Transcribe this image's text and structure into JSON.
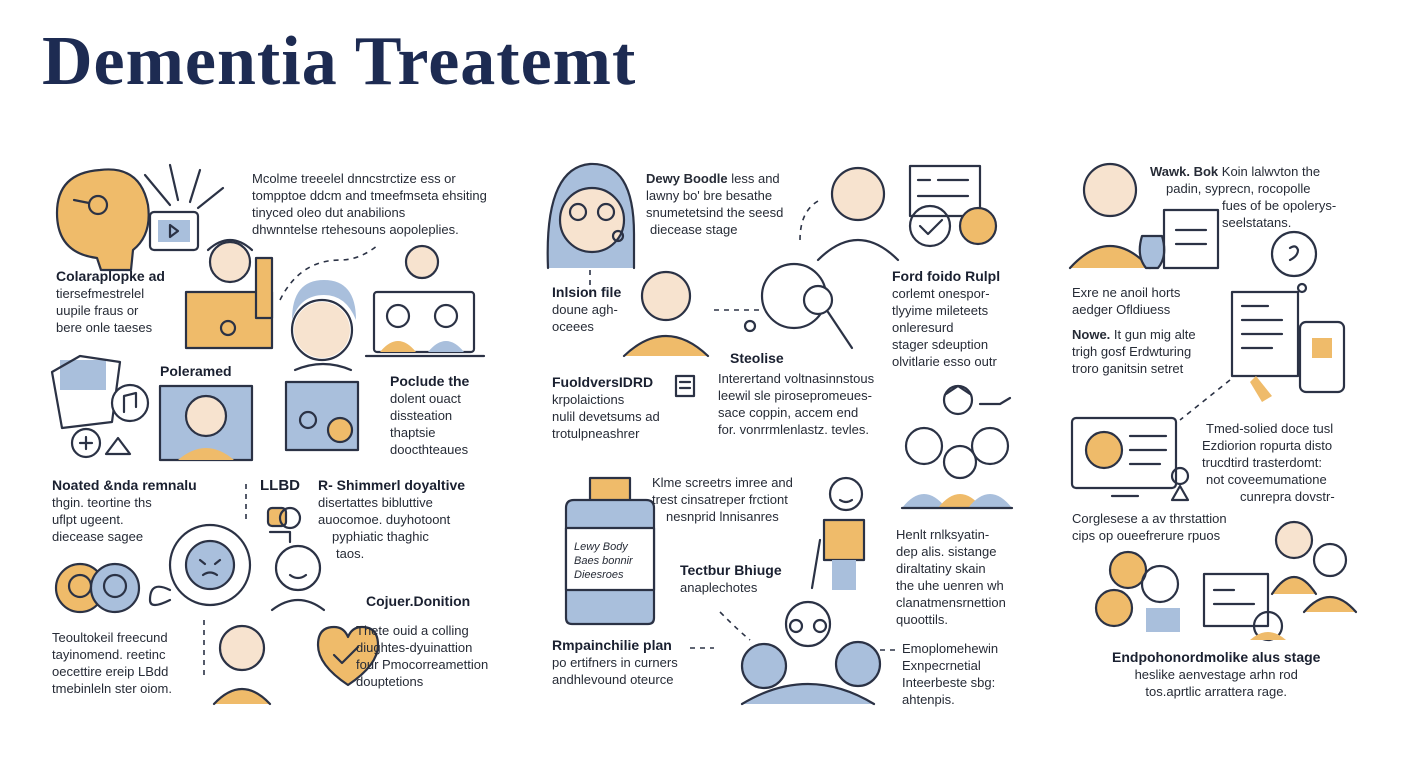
{
  "page": {
    "title": "Dementia Treatemt"
  },
  "colors": {
    "navy": "#1d2b52",
    "accent_yellow": "#efbb6a",
    "accent_blue": "#a9bfdc",
    "line": "#2b3245"
  },
  "blocks": {
    "b1": {
      "lines": [
        "Mcolme treeelel dnncstrctize ess or",
        "tompptoe ddcm and tmeefmseta ehsiting",
        "tinyced oleo dut anabilions",
        "dhwnntelse rtehesouns aopoleplies."
      ]
    },
    "b2": {
      "heading": "Colaraplopke ad",
      "lines": [
        "tiersefmestrelel",
        "uupile fraus or",
        "bere onle taeses"
      ]
    },
    "b3": {
      "heading": "Poleramed"
    },
    "b4": {
      "heading": "Poclude the",
      "lines": [
        "dolent ouact",
        "dissteation",
        "thaptsie",
        "doocthteaues"
      ]
    },
    "b5": {
      "heading": "Noated &nda remnalu",
      "lines": [
        "thgin. teortine  ths",
        "uflpt ugeent.",
        "diecease sagee"
      ]
    },
    "b6": {
      "heading": "LLBD"
    },
    "b7": {
      "heading": "R- Shimmerl doyaltive",
      "lines": [
        "disertattes bibluttive",
        "auocomoe. duyhotoont",
        "pyphiatic thaghic",
        "taos."
      ]
    },
    "b8": {
      "heading": "Cojuer.Donition",
      "lines": [
        "Thete ouid a colling",
        "diughtes-dyuinattion",
        "four Pmocorreamettion",
        "douptetions"
      ]
    },
    "b9": {
      "heading": "Teoultokeil freecund",
      "lines": [
        "tayinomend. reetinc",
        "oecettire ereip LBdd",
        "tmebinleln ster oiom."
      ]
    },
    "b10": {
      "heading": "Dewy Boodle",
      "heading_rest": " less and",
      "lines": [
        "lawny bo' bre besathe",
        "snumetetsind the seesd",
        "diecease stage"
      ]
    },
    "b11": {
      "heading": "Inlsion file",
      "lines": [
        "doune agh-",
        "oceees"
      ]
    },
    "b12": {
      "heading": "Ford foido Rulpl",
      "lines": [
        "corlemt onespor-",
        "tlyyime mileteets",
        "onleresurd",
        "stager sdeuption",
        "olvitlarie esso outr"
      ]
    },
    "b13": {
      "heading": "Steolise",
      "lines": [
        "Interertand voltnasinnstous",
        "leewil sle pirosepromeues-",
        "sace coppin, accem end",
        "for. vonrrmlenlastz. tevles."
      ]
    },
    "b14": {
      "heading": "FuoldversIDRD",
      "lines": [
        "krpolaictions",
        "nulil devetsums ad",
        "trotulpneashrer"
      ]
    },
    "b15": {
      "lines": [
        "Klme screetrs imree and",
        "trest cinsatreper frctiont",
        "nesnprid lnnisanres"
      ]
    },
    "b16": {
      "heading": "Tectbur Bhiuge",
      "lines": [
        "anaplechotes"
      ]
    },
    "b17": {
      "heading": "Henlt rnlksyatin-",
      "lines": [
        "dep alis. sistange",
        "diraltatiny skain",
        "the uhe uenren wh",
        "clanatmensrnettion",
        "quoottils."
      ]
    },
    "b18": {
      "heading": "Rmpainchilie plan",
      "lines": [
        "po ertifners in curners",
        "andhlevound oteurce"
      ]
    },
    "b19": {
      "heading": "Emoplomehewin",
      "lines": [
        "Exnpecrnetial",
        "Inteerbeste sbg:",
        "ahtenpis."
      ]
    },
    "b20": {
      "heading": "Wawk. Bok",
      "heading_rest": " Koin lalwvton the",
      "lines": [
        "padin,    syprecn, rocopolle",
        "fues of be opolerys-",
        "seelstatans."
      ]
    },
    "b21": {
      "lines": [
        "Exre ne anoil horts",
        "aedger Ofldiuess"
      ]
    },
    "b22": {
      "heading": "Nowe.",
      "heading_rest": " It gun mig alte",
      "lines": [
        "trigh gosf Erdwturing",
        "troro ganitsin setret"
      ]
    },
    "b23": {
      "lines": [
        "Tmed-solied doce tusl",
        "Ezdiorion ropurta disto",
        "trucdtird trasterdomt:",
        "not coveemumatione",
        "cunrepra dovstr-"
      ]
    },
    "b24": {
      "lines": [
        "Corglesese a av thrstattion",
        "cips op oueefrerure rpuos"
      ]
    },
    "b25": {
      "heading": "Endpohonordmolike alus stage",
      "lines": [
        "heslike aenvestage arhn rod",
        "tos.aprtlic arrattera rage."
      ]
    },
    "bottle": {
      "lines": [
        "Lewy Body",
        "Baes bonnir",
        "Dieesroes"
      ]
    }
  }
}
